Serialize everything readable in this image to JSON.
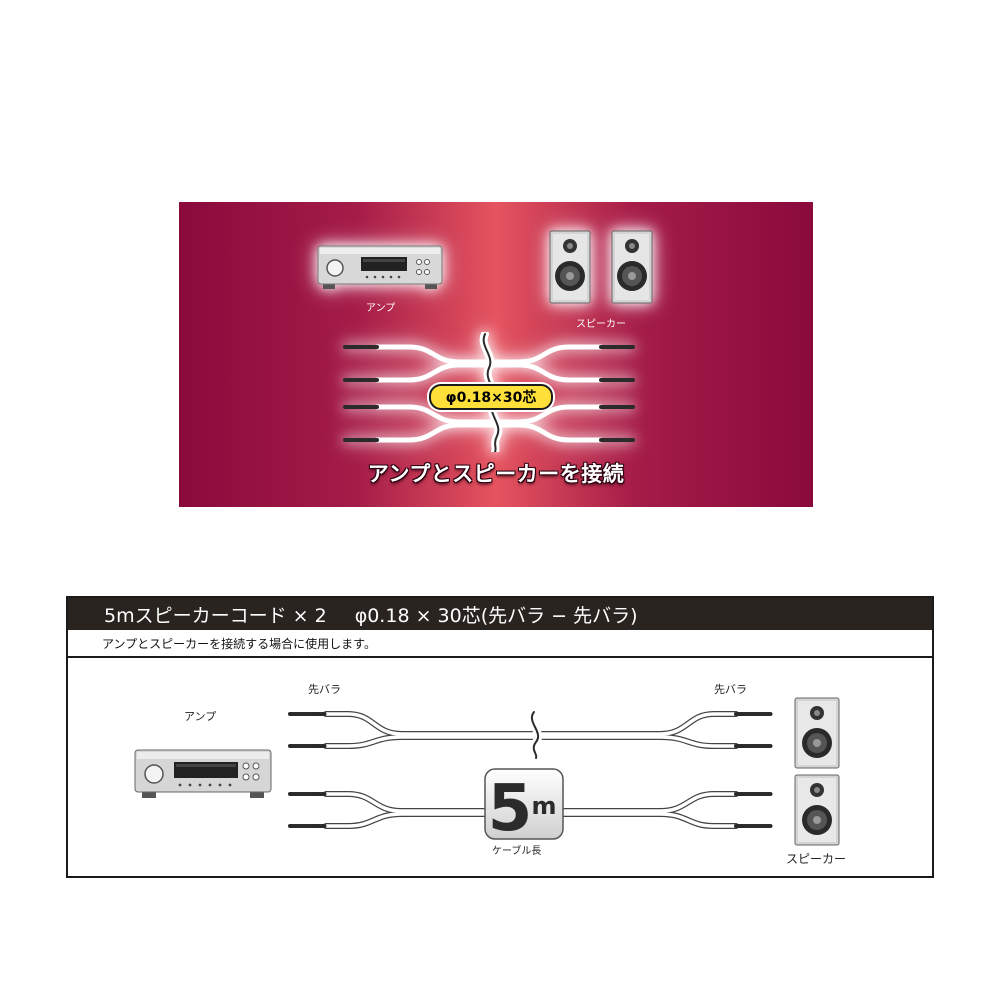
{
  "banner": {
    "amp_label": "アンプ",
    "speaker_label": "スピーカー",
    "spec_pill": "φ0.18×30芯",
    "caption": "アンプとスピーカーを接続"
  },
  "spec": {
    "title": "5mスピーカーコード × 2",
    "subtitle": "φ0.18 × 30芯(先バラ − 先バラ)",
    "description": "アンプとスピーカーを接続する場合に使用します。",
    "amp_label": "アンプ",
    "speaker_label": "スピーカー",
    "end_label_left": "先バラ",
    "end_label_right": "先バラ",
    "length_value": "5",
    "length_unit": "m",
    "length_caption": "ケーブル長"
  },
  "colors": {
    "banner_dark": "#8a0a3c",
    "banner_light": "#e5545f",
    "pill_yellow": "#ffe03a",
    "header_dark": "#2a2421"
  }
}
